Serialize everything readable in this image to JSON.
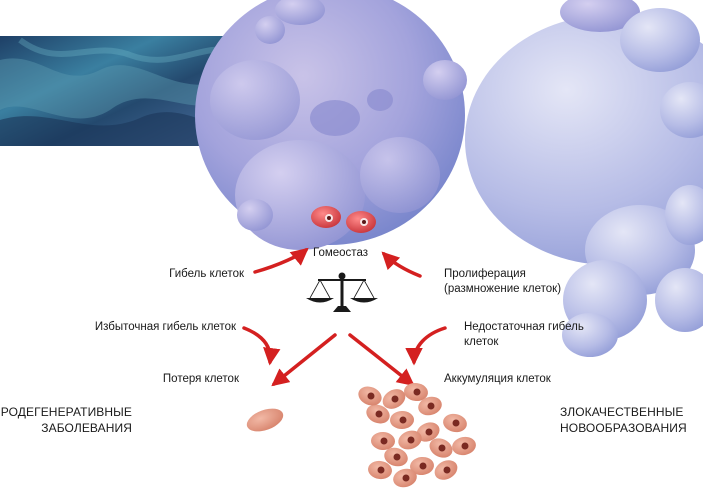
{
  "labels": {
    "homeostasis": "Гомеостаз",
    "cell_death": "Гибель клеток",
    "proliferation_1": "Пролиферация",
    "proliferation_2": "(размножение клеток)",
    "excess_death": "Избыточная гибель клеток",
    "insufficient_death_1": "Недостаточная гибель",
    "insufficient_death_2": "клеток",
    "cell_loss": "Потеря клеток",
    "cell_accumulation": "Аккумуляция клеток"
  },
  "outcomes": {
    "neuro_1": "НЕЙРОДЕГЕНЕРАТИВНЫЕ",
    "neuro_2": "ЗАБОЛЕВАНИЯ",
    "malignant_1": "ЗЛОКАЧЕСТВЕННЫЕ",
    "malignant_2": "НОВООБРАЗОВАНИЯ"
  },
  "colors": {
    "arrow": "#d42020",
    "cell_body": "#e39a86",
    "cell_nucleus": "#7a2a22",
    "blob_left": "#a7a6dc",
    "blob_right": "#b8bde6",
    "micrograph": "#2c4f78"
  }
}
